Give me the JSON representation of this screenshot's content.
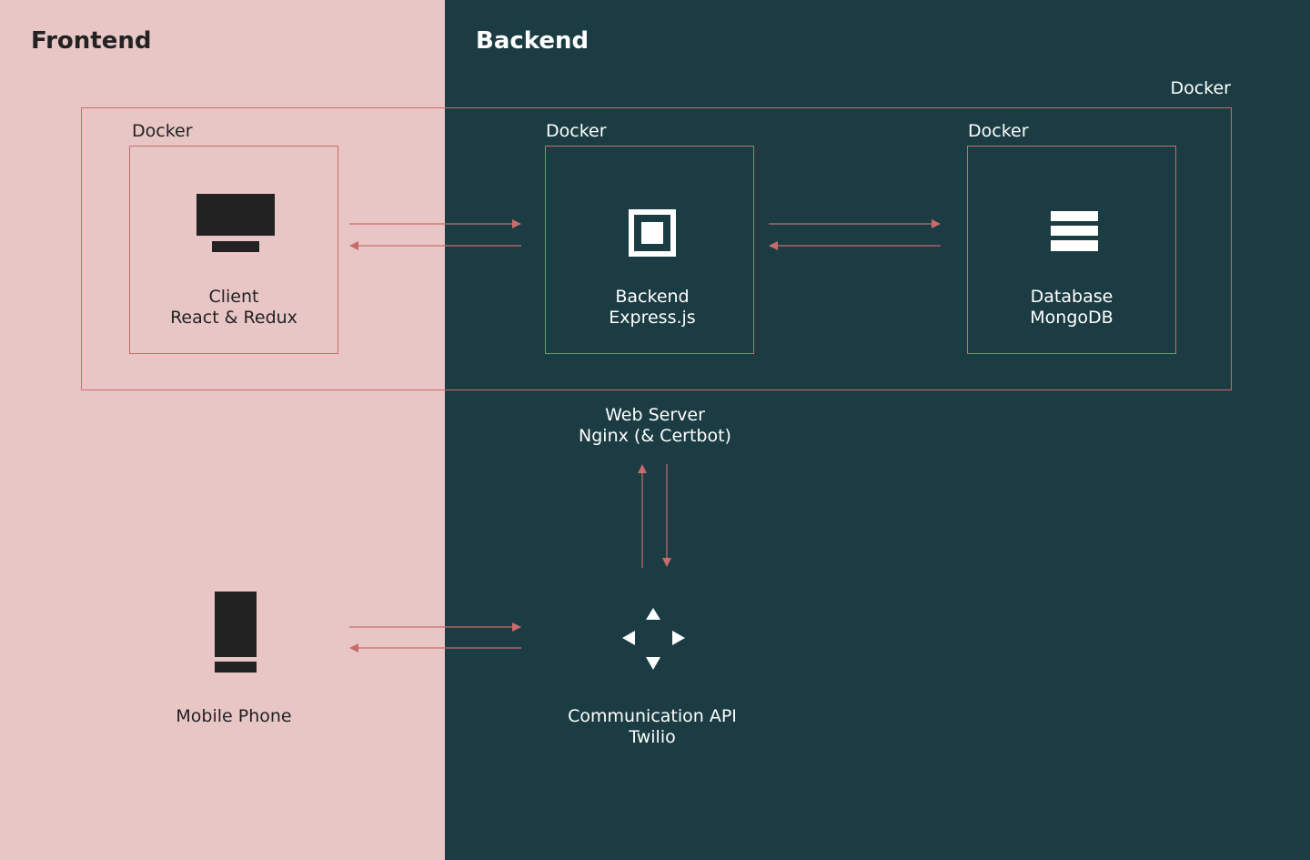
{
  "colors": {
    "frontend_bg": "#e8c6c6",
    "backend_bg": "#1b3c42",
    "accent": "#c96b6b",
    "dark_text": "#222222",
    "light_text": "#ffffff",
    "icon_dark": "#222222",
    "icon_light": "#ffffff"
  },
  "sections": {
    "frontend_title": "Frontend",
    "backend_title": "Backend"
  },
  "docker": {
    "outer_label": "Docker",
    "client_label": "Docker",
    "backend_label": "Docker",
    "database_label": "Docker"
  },
  "nodes": {
    "client": {
      "icon": "monitor-icon",
      "line1": "Client",
      "line2": "React & Redux"
    },
    "backend": {
      "icon": "server-icon",
      "line1": "Backend",
      "line2": "Express.js"
    },
    "database": {
      "icon": "database-icon",
      "line1": "Database",
      "line2": "MongoDB"
    },
    "web_server": {
      "line1": "Web Server",
      "line2": "Nginx (& Certbot)"
    },
    "mobile": {
      "icon": "mobile-phone-icon",
      "line1": "Mobile Phone"
    },
    "communication": {
      "icon": "direction-arrows-icon",
      "line1": "Communication API",
      "line2": "Twilio"
    }
  },
  "connections": [
    {
      "from": "client",
      "to": "backend",
      "direction": "bidirectional"
    },
    {
      "from": "backend",
      "to": "database",
      "direction": "bidirectional"
    },
    {
      "from": "web_server",
      "to": "communication",
      "direction": "bidirectional"
    },
    {
      "from": "mobile",
      "to": "communication",
      "direction": "bidirectional"
    }
  ]
}
